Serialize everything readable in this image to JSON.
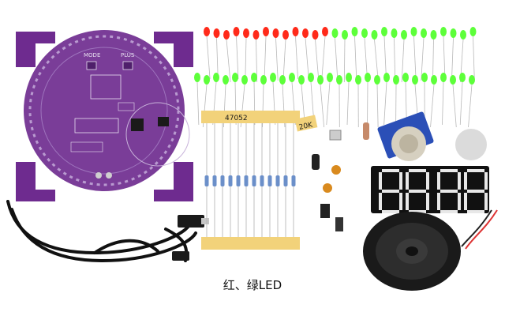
{
  "product_photo": {
    "pcb_labels": {
      "mode": "MODE",
      "plus": "PLUS"
    },
    "resistor_tag_1": "47052",
    "resistor_tag_2": "20K",
    "display_digits": [
      "8",
      "8",
      "8",
      "8"
    ],
    "colors": {
      "pcb": "#7a3d98",
      "pcb_dark": "#4f1f6b",
      "red_led": "#ff2a1a",
      "green_led": "#5dff3a",
      "display": "#111111",
      "display_segment": "#e8e8e8",
      "tape": "#f2d27a"
    }
  },
  "caption": "红、绿LED"
}
